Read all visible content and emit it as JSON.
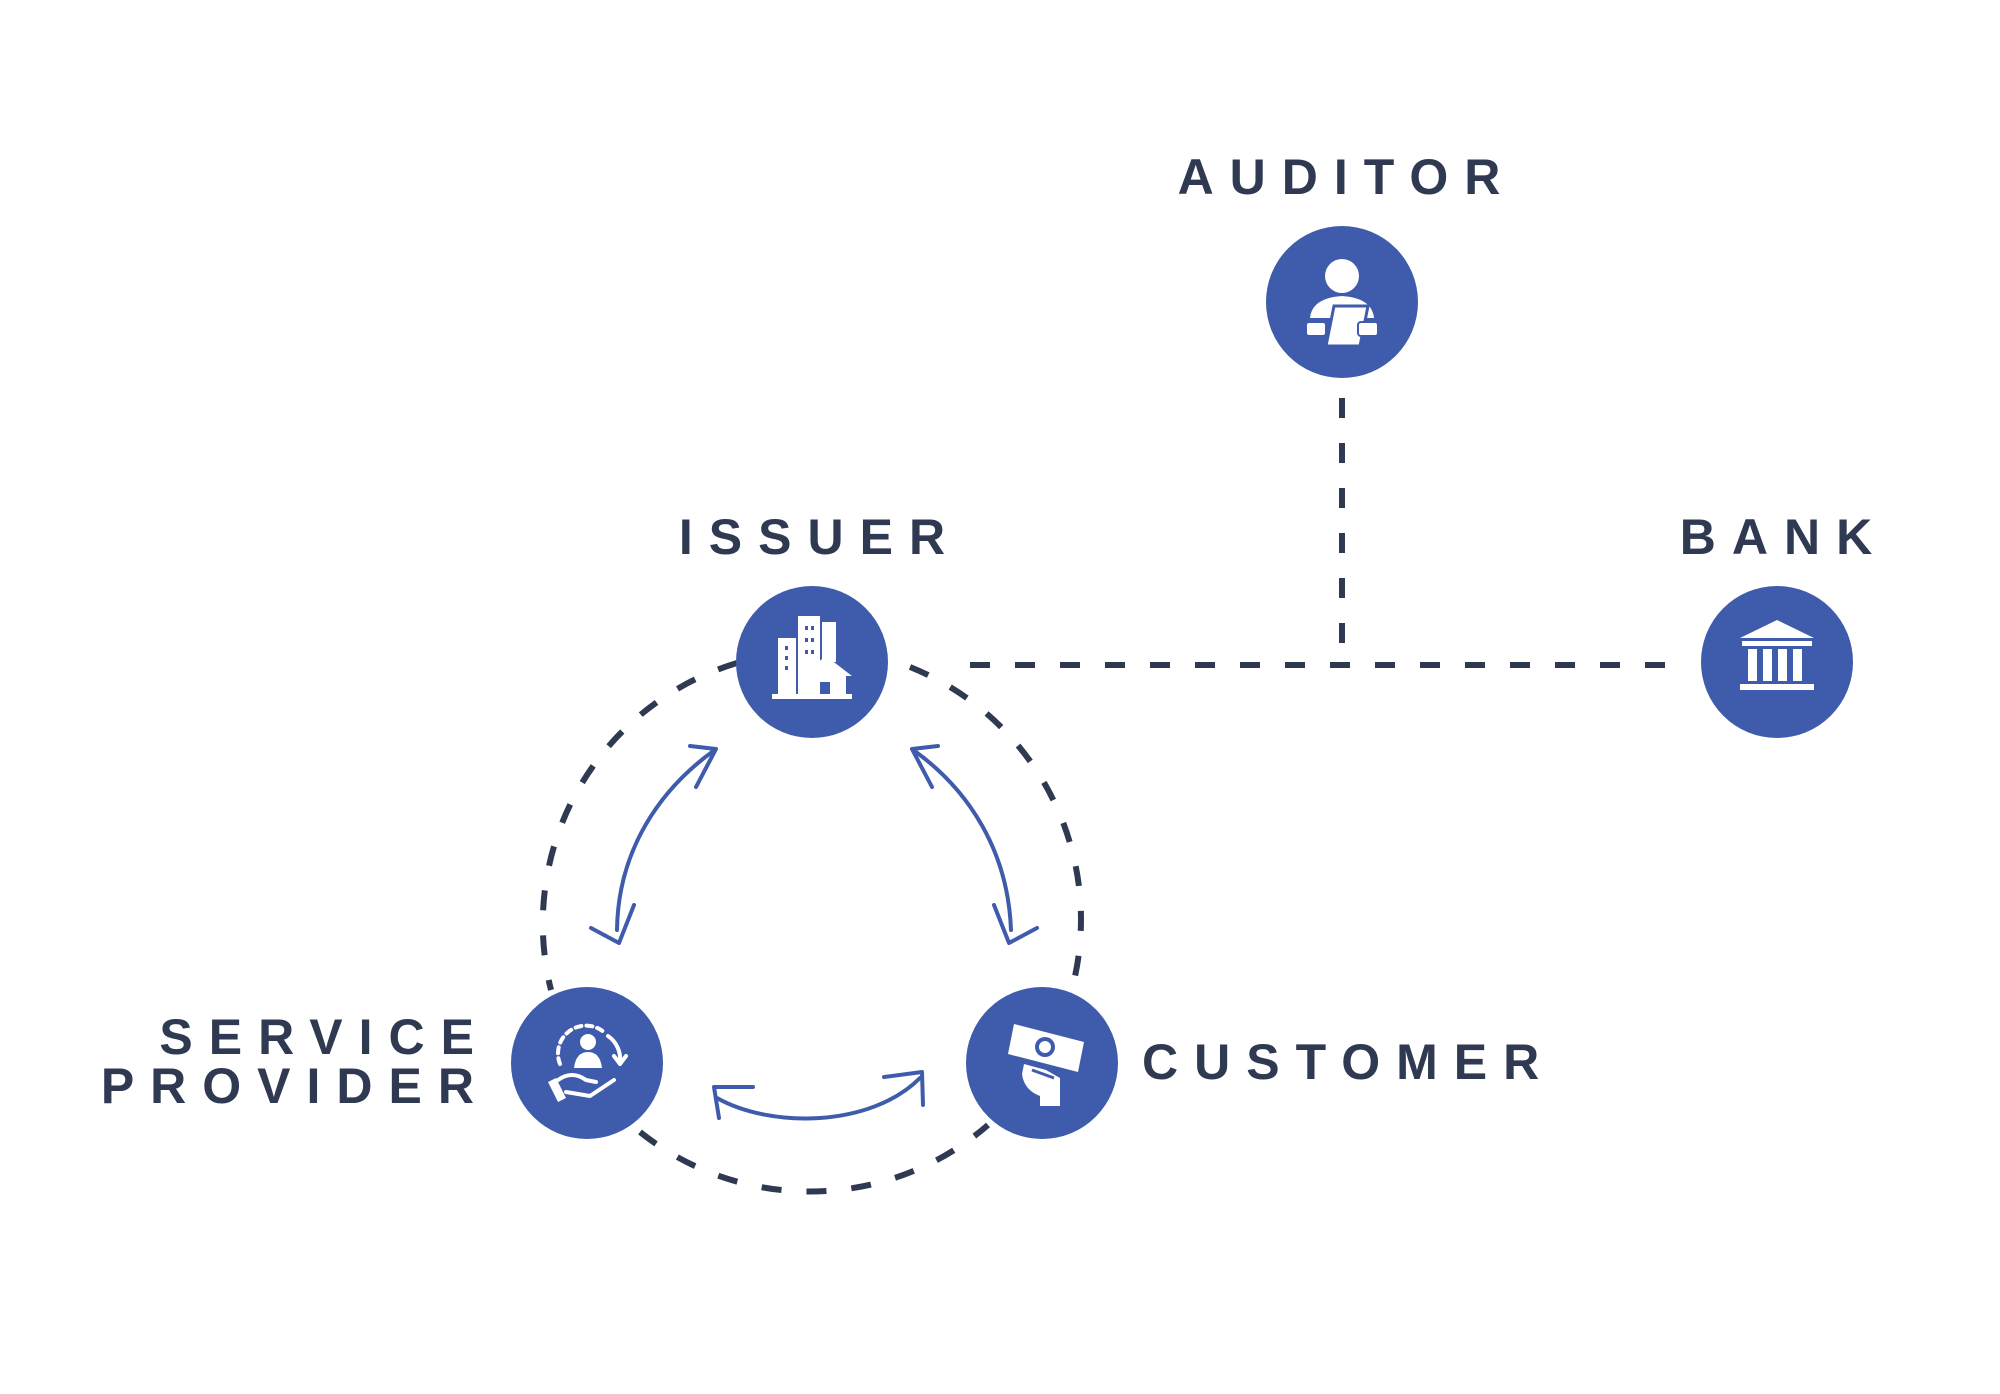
{
  "colors": {
    "node": "#3f5bab",
    "text": "#2f3a52",
    "dash": "#2f3a52",
    "arrow": "#3f5bab"
  },
  "nodes": {
    "auditor": {
      "label": "AUDITOR",
      "icon": "auditor-icon"
    },
    "issuer": {
      "label": "ISSUER",
      "icon": "building-icon"
    },
    "bank": {
      "label": "BANK",
      "icon": "bank-icon"
    },
    "service_provider": {
      "label_line1": "SERVICE",
      "label_line2": "PROVIDER",
      "icon": "service-provider-icon"
    },
    "customer": {
      "label": "CUSTOMER",
      "icon": "customer-payment-icon"
    }
  }
}
